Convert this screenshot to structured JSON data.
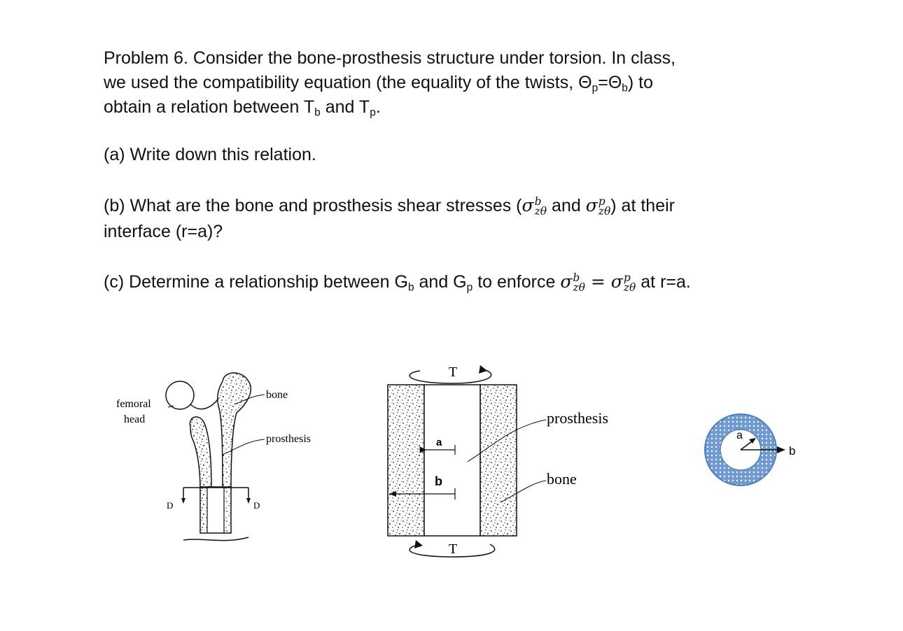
{
  "problem": {
    "line1": "Problem 6. Consider the bone-prosthesis structure under torsion. In class,",
    "line2_a": "we used the compatibility equation (the equality of the twists, Θ",
    "line2_p": "p",
    "line2_b": "=Θ",
    "line2_bsub": "b",
    "line2_c": ") to",
    "line3_a": "obtain a relation between T",
    "line3_b": "b",
    "line3_c": " and T",
    "line3_d": "p",
    "line3_e": "."
  },
  "part_a": "(a) Write down this relation.",
  "part_b": {
    "text1": "(b) What are the bone and prosthesis shear stresses (",
    "sigma": "σ",
    "sup_b": "b",
    "sup_p": "p",
    "sub": "zθ",
    "and": " and ",
    "text2": ") at their",
    "line2": "interface (r=a)?"
  },
  "part_c": {
    "text1": "(c) Determine a relationship between G",
    "gb": "b",
    "and": " and G",
    "gp": "p",
    "text2": " to enforce ",
    "eq": " = ",
    "text3": " at r=a."
  },
  "figures": {
    "femur": {
      "femoral_head": [
        "femoral",
        "head"
      ],
      "bone": "bone",
      "prosthesis": "prosthesis",
      "d_left": "D",
      "d_right": "D"
    },
    "cylinder": {
      "t_top": "T",
      "t_bottom": "T",
      "a": "a",
      "b": "b",
      "prosthesis": "prosthesis",
      "bone": "bone"
    },
    "cross_section": {
      "a": "a",
      "b": "b",
      "ring_color": "#6f9bd0"
    }
  }
}
